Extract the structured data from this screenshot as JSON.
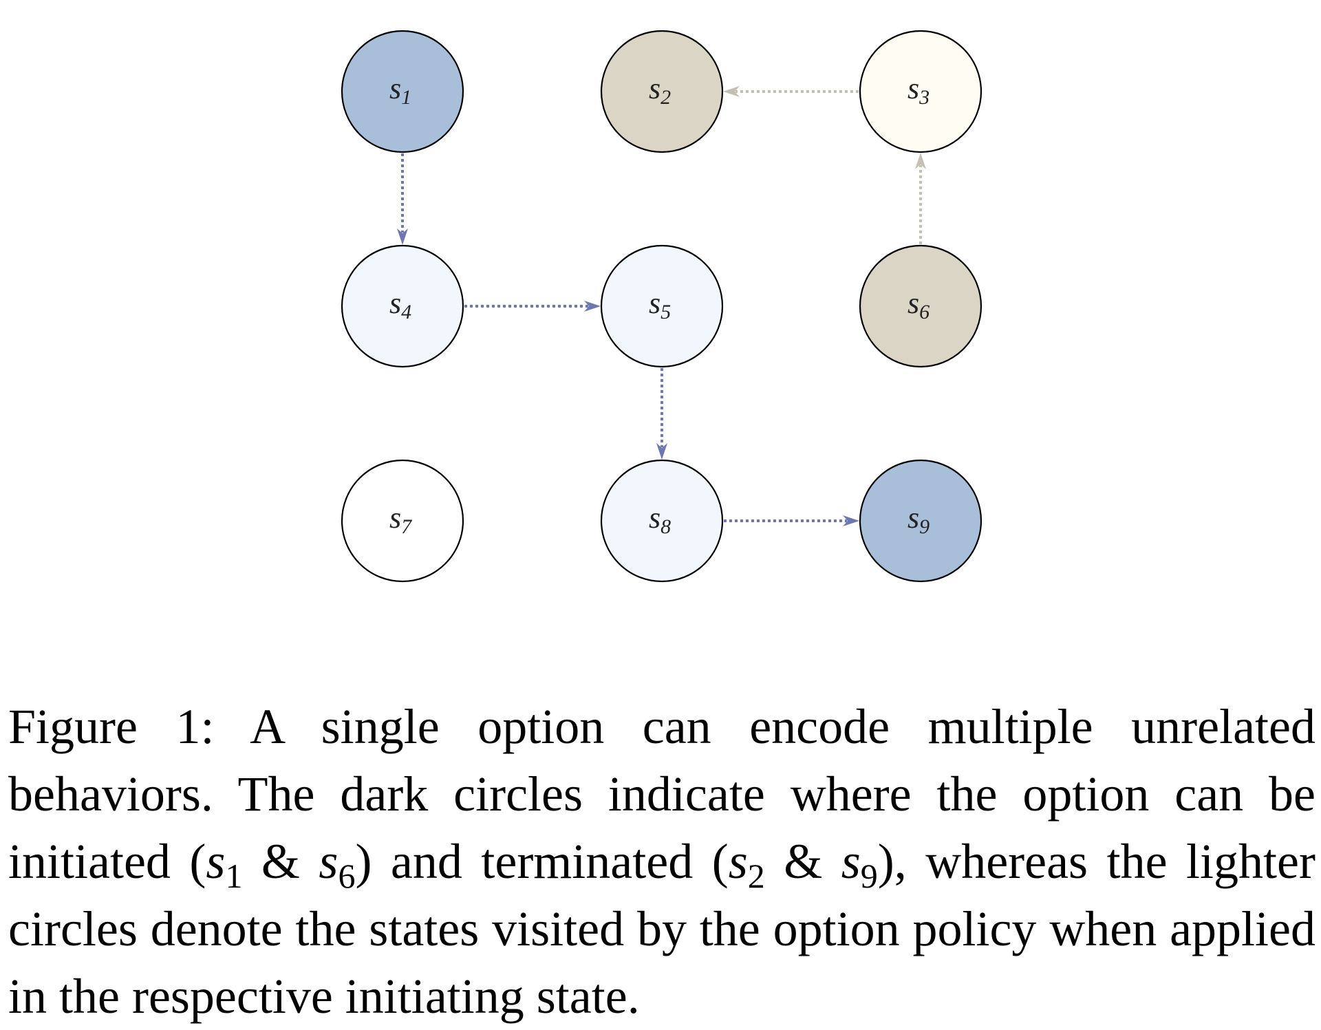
{
  "diagram": {
    "colors": {
      "dark_blue": "#a9bfd9",
      "dark_tan": "#dad5c5",
      "light_blue": "#f2f7fd",
      "light_cream": "#fefcf3",
      "white": "#ffffff",
      "outline": "#000000",
      "blue_arrow": "#6c78ae",
      "tan_arrow": "#c3c0b2"
    },
    "nodes": [
      {
        "id": "s1",
        "base": "s",
        "sub": "1",
        "row": 0,
        "col": 0,
        "fill": "#a9bfd9",
        "role": "initiation"
      },
      {
        "id": "s2",
        "base": "s",
        "sub": "2",
        "row": 0,
        "col": 1,
        "fill": "#dad5c5",
        "role": "termination"
      },
      {
        "id": "s3",
        "base": "s",
        "sub": "3",
        "row": 0,
        "col": 2,
        "fill": "#fefcf3",
        "role": "visited"
      },
      {
        "id": "s4",
        "base": "s",
        "sub": "4",
        "row": 1,
        "col": 0,
        "fill": "#f2f7fd",
        "role": "visited"
      },
      {
        "id": "s5",
        "base": "s",
        "sub": "5",
        "row": 1,
        "col": 1,
        "fill": "#f2f7fd",
        "role": "visited"
      },
      {
        "id": "s6",
        "base": "s",
        "sub": "6",
        "row": 1,
        "col": 2,
        "fill": "#dad5c5",
        "role": "initiation"
      },
      {
        "id": "s7",
        "base": "s",
        "sub": "7",
        "row": 2,
        "col": 0,
        "fill": "#ffffff",
        "role": "none"
      },
      {
        "id": "s8",
        "base": "s",
        "sub": "8",
        "row": 2,
        "col": 1,
        "fill": "#f2f7fd",
        "role": "visited"
      },
      {
        "id": "s9",
        "base": "s",
        "sub": "9",
        "row": 2,
        "col": 2,
        "fill": "#a9bfd9",
        "role": "termination"
      }
    ],
    "edges": [
      {
        "from": "s1",
        "to": "s4",
        "color": "#6c78ae"
      },
      {
        "from": "s4",
        "to": "s5",
        "color": "#6c78ae"
      },
      {
        "from": "s5",
        "to": "s8",
        "color": "#6c78ae"
      },
      {
        "from": "s8",
        "to": "s9",
        "color": "#6c78ae"
      },
      {
        "from": "s6",
        "to": "s3",
        "color": "#c3c0b2"
      },
      {
        "from": "s3",
        "to": "s2",
        "color": "#c3c0b2"
      }
    ]
  },
  "caption": {
    "part1": "Figure 1:  A single option can encode multiple unrelated behaviors. The dark circles indicate where the option can be initiated (",
    "m1_base": "s",
    "m1_sub": "1",
    "amp1": " & ",
    "m2_base": "s",
    "m2_sub": "6",
    "part2": ") and terminated (",
    "m3_base": "s",
    "m3_sub": "2",
    "amp2": " & ",
    "m4_base": "s",
    "m4_sub": "9",
    "part3": "), whereas the lighter circles denote the states visited by the option policy when applied in the respective initiating state."
  }
}
